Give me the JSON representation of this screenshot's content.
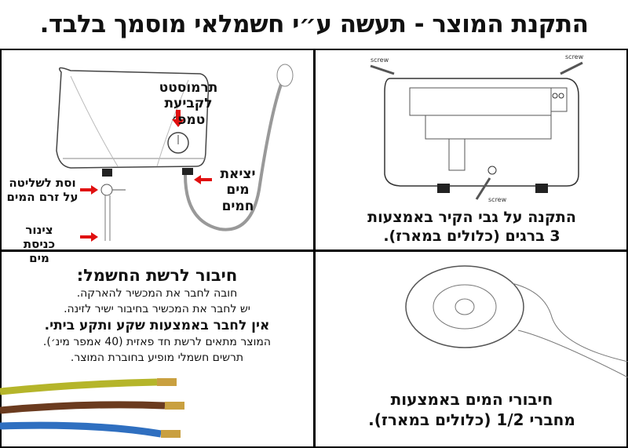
{
  "title": "התקנת המוצר - תעשה ע״י חשמלאי מוסמך בלבד.",
  "panel_heater": {
    "thermostat": "תרמוסטט לקביעת טמפ׳",
    "hot_water_outlet": "יציאת מים חמים",
    "flow_valve": "וסת לשליטה על זרם המים",
    "inlet_pipe": "צינור כניסת מים"
  },
  "panel_wall": {
    "screw_labels": [
      "screw",
      "screw",
      "screw"
    ],
    "caption_line1": "התקנה על גבי הקיר באמצעות",
    "caption_line2": "3 ברגים (כלולים במארז)."
  },
  "panel_electric": {
    "heading": "חיבור לרשת החשמל:",
    "line1": "חובה לחבר את המכשיר להארקה.",
    "line2": "יש לחבר את המכשיר בחיבור ישיר לזינה.",
    "line3": "אין לחבר באמצעות שקע ותקע ביתי.",
    "line4": "המוצר מתאים לרשת חד פאזית (40 אמפר מינ׳).",
    "line5": "תרשים חשמלי מופיע בחוברת המוצר.",
    "wire_colors": [
      "#b5b52a",
      "#6b3b1f",
      "#2f6fc0"
    ]
  },
  "panel_water": {
    "caption_line1": "חיבורי המים באמצעות",
    "caption_line2": "מחברי 1/2 (כלולים במארז)."
  },
  "colors": {
    "arrow": "#e01010",
    "border": "#000000"
  }
}
